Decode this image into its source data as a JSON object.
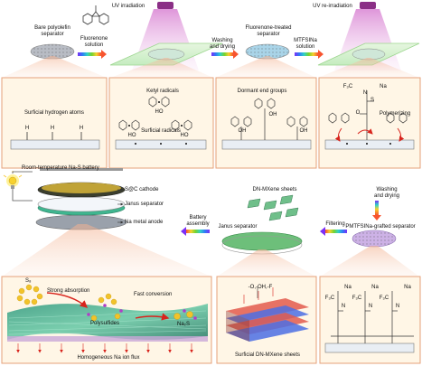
{
  "top_row": {
    "bare_separator": "Bare polyolefin\nseparator",
    "uv_irradiation": "UV irradiation",
    "fluorenone_solution": "Fluorenone\nsolution",
    "washing_drying": "Washing\nand drying",
    "fluorenone_treated": "Fluorenone-treated\nseparator",
    "mtfsina_solution": "MTFSINa\nsolution",
    "uv_reirradiation": "UV re-irradiation"
  },
  "panels_top": {
    "p1_title": "Surficial  hydrogen atoms",
    "p1_atoms": [
      "H",
      "H",
      "H"
    ],
    "p2_title": "Ketyl radicals",
    "p2_sub": "Surficial radicals",
    "p2_ho": "HO",
    "p3_title": "Dormant end groups",
    "p3_oh": "OH",
    "p4_title": "Polymerizing",
    "p4_na": "Na",
    "p4_cf3": "F₃C",
    "p4_n": "N",
    "p4_o": "O",
    "p4_s": "S"
  },
  "middle_row": {
    "battery_title": "Room-temperature Na-S battery",
    "sc_cathode": "S@C cathode",
    "janus_sep": "Janus separator",
    "na_anode": "Na metal anode",
    "battery_assembly": "Battery\nassembly",
    "janus_separator": "Janus  separator",
    "filtering": "Filtering",
    "dn_mxene": "DN-MXene sheets",
    "washing_drying2": "Washing\nand drying",
    "pmtfsina_separator": "PMTFSINa-grafted separator"
  },
  "panels_bottom": {
    "s8": "S₈",
    "strong_absorption": "Strong absorption",
    "fast_conversion": "Fast conversion",
    "polysulfides": "Polysulfides",
    "na2s": "Na₂S",
    "na_flux": "Homogeneous Na ion flux",
    "mx_terms": "-O,-OH,-F",
    "mx_title": "Surficial DN-MXene sheets",
    "pm_na": "Na",
    "pm_f3c": "F₃C",
    "pm_n": "N"
  },
  "colors": {
    "panel_bg": "#fff6e6",
    "panel_border": "#e6a07a",
    "uv_beam": "#d98fd0",
    "separator_grey": "#b8bcc4",
    "separator_blue": "#a9d4e8",
    "separator_purple": "#cdb2e6",
    "separator_green": "#6dbf7a",
    "mxene_green": "#6fbf8a",
    "sulfur": "#f2c32a",
    "red_arrow": "#d8241c"
  },
  "icon_names": [
    "lamp-icon",
    "lightbulb-icon",
    "gradient-arrow-icon",
    "fluorenone-molecule-icon",
    "mxene-sheets-icon"
  ]
}
